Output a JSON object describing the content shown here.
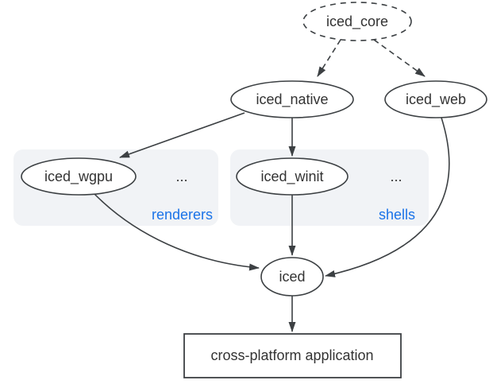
{
  "diagram": {
    "type": "dependency-graph",
    "nodes": {
      "iced_core": {
        "label": "iced_core",
        "shape": "ellipse",
        "border": "dashed"
      },
      "iced_native": {
        "label": "iced_native",
        "shape": "ellipse",
        "border": "solid"
      },
      "iced_web": {
        "label": "iced_web",
        "shape": "ellipse",
        "border": "solid"
      },
      "iced_wgpu": {
        "label": "iced_wgpu",
        "shape": "ellipse",
        "border": "solid"
      },
      "iced_winit": {
        "label": "iced_winit",
        "shape": "ellipse",
        "border": "solid"
      },
      "iced": {
        "label": "iced",
        "shape": "ellipse",
        "border": "solid"
      },
      "application": {
        "label": "cross-platform application",
        "shape": "rectangle",
        "border": "solid"
      }
    },
    "clusters": [
      {
        "id": "renderers",
        "label": "renderers",
        "ellipsis": "...",
        "members": [
          "iced_wgpu"
        ]
      },
      {
        "id": "shells",
        "label": "shells",
        "ellipsis": "...",
        "members": [
          "iced_winit"
        ]
      }
    ],
    "edges": [
      {
        "from": "iced_core",
        "to": "iced_native",
        "style": "dashed"
      },
      {
        "from": "iced_core",
        "to": "iced_web",
        "style": "dashed"
      },
      {
        "from": "iced_native",
        "to": "iced_wgpu",
        "style": "solid"
      },
      {
        "from": "iced_native",
        "to": "iced_winit",
        "style": "solid"
      },
      {
        "from": "iced_winit",
        "to": "iced",
        "style": "solid"
      },
      {
        "from": "iced_wgpu",
        "to": "iced",
        "style": "solid"
      },
      {
        "from": "iced_web",
        "to": "iced",
        "style": "solid"
      },
      {
        "from": "iced",
        "to": "application",
        "style": "solid"
      }
    ],
    "colors": {
      "accent": "#1a73e8",
      "line": "#3c4043",
      "text": "#333333",
      "cluster_fill": "#f1f3f6",
      "node_fill": "#ffffff",
      "background": "#ffffff"
    }
  }
}
